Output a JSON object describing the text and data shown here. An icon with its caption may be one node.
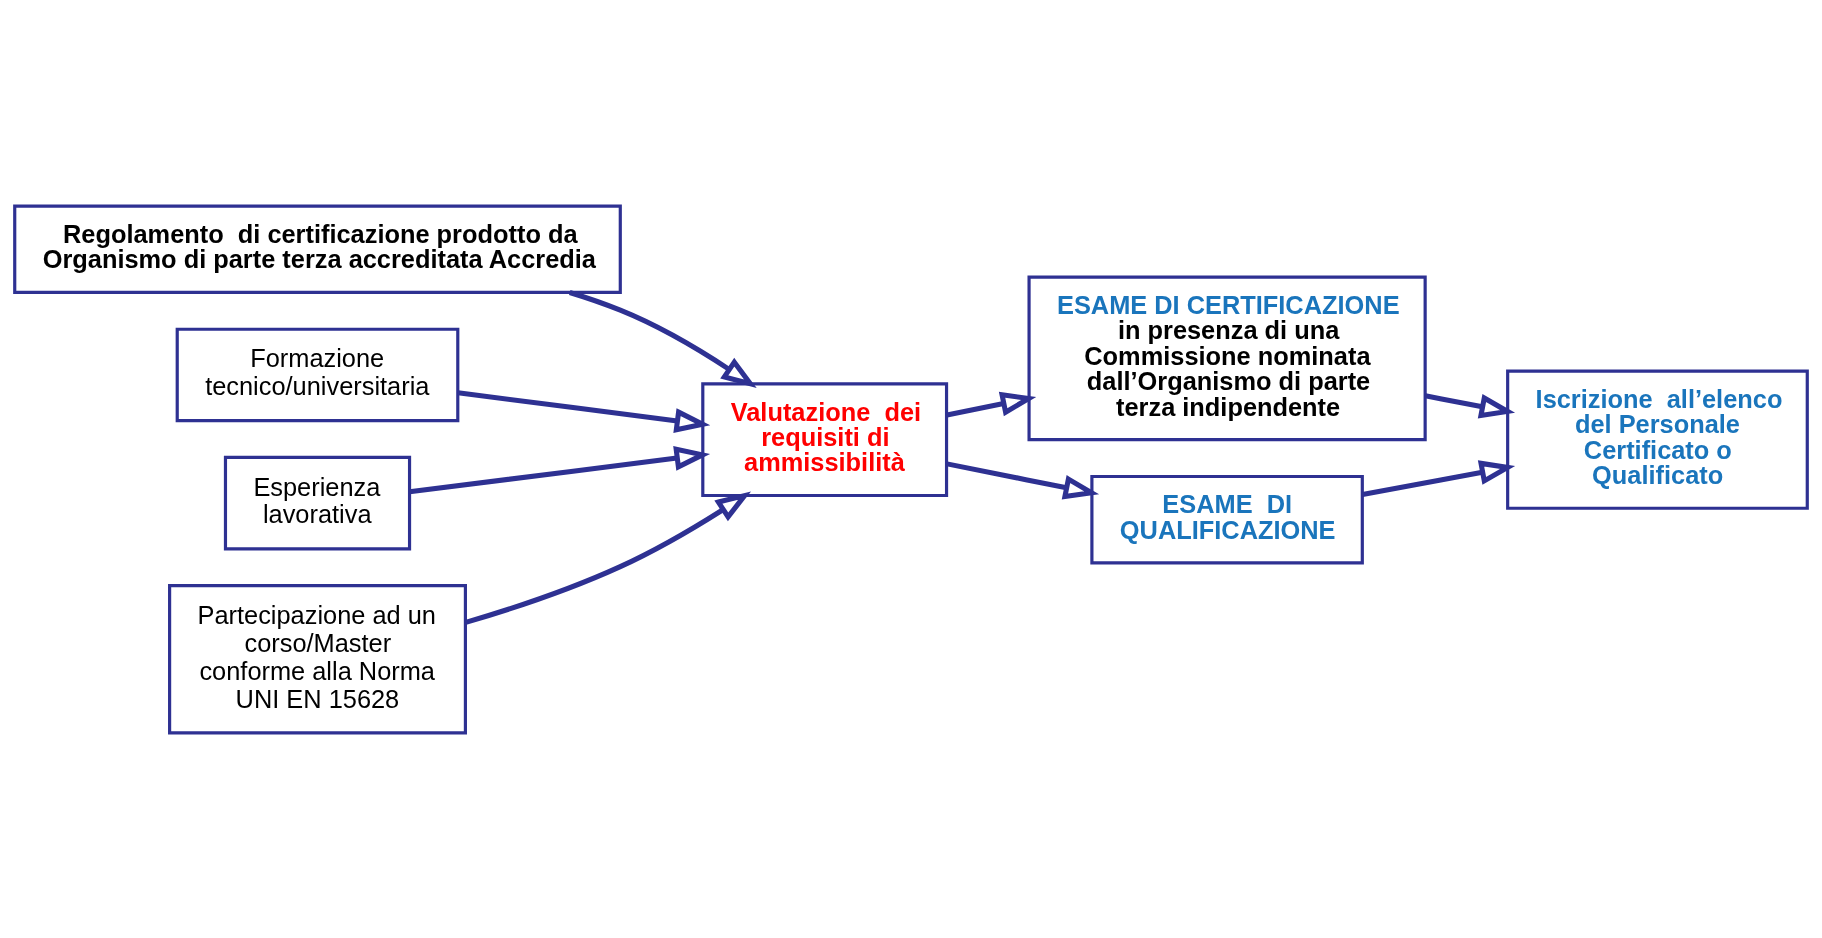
{
  "diagram": {
    "nodes": [
      {
        "text": [
          "Regolamento  di certificazione prodotto da Organismo di parte terza accreditata Accredia"
        ]
      },
      {
        "text": [
          "Formazione tecnico/universitaria"
        ]
      },
      {
        "text": [
          "Valutazione  dei requisiti di ammissibilità"
        ]
      },
      {
        "text": [
          "ESAME DI CERTIFICAZIONE",
          "in presenza di una Commissione nominata dall’Organismo di parte terza indipendente"
        ]
      },
      {
        "text": [
          "Esperienza lavorativa"
        ]
      },
      {
        "text": [
          "Partecipazione ad un corso/Master conforme alla Norma UNI EN 15628"
        ]
      },
      {
        "text": [
          "ESAME  DI QUALIFICAZIONE"
        ]
      },
      {
        "text": [
          "Iscrizione  all’elenco del Personale Certificato o Qualificato"
        ]
      }
    ],
    "edges": [
      {
        "from": 0,
        "to": 2,
        "arrow": "to"
      },
      {
        "from": 1,
        "to": 2,
        "arrow": "to"
      },
      {
        "from": 4,
        "to": 2,
        "arrow": "to"
      },
      {
        "from": 5,
        "to": 2,
        "arrow": "to"
      },
      {
        "from": 2,
        "to": 3,
        "arrow": "to"
      },
      {
        "from": 2,
        "to": 6,
        "arrow": "to"
      },
      {
        "from": 3,
        "to": 7,
        "arrow": "to"
      },
      {
        "from": 6,
        "to": 7,
        "arrow": "to"
      }
    ]
  }
}
